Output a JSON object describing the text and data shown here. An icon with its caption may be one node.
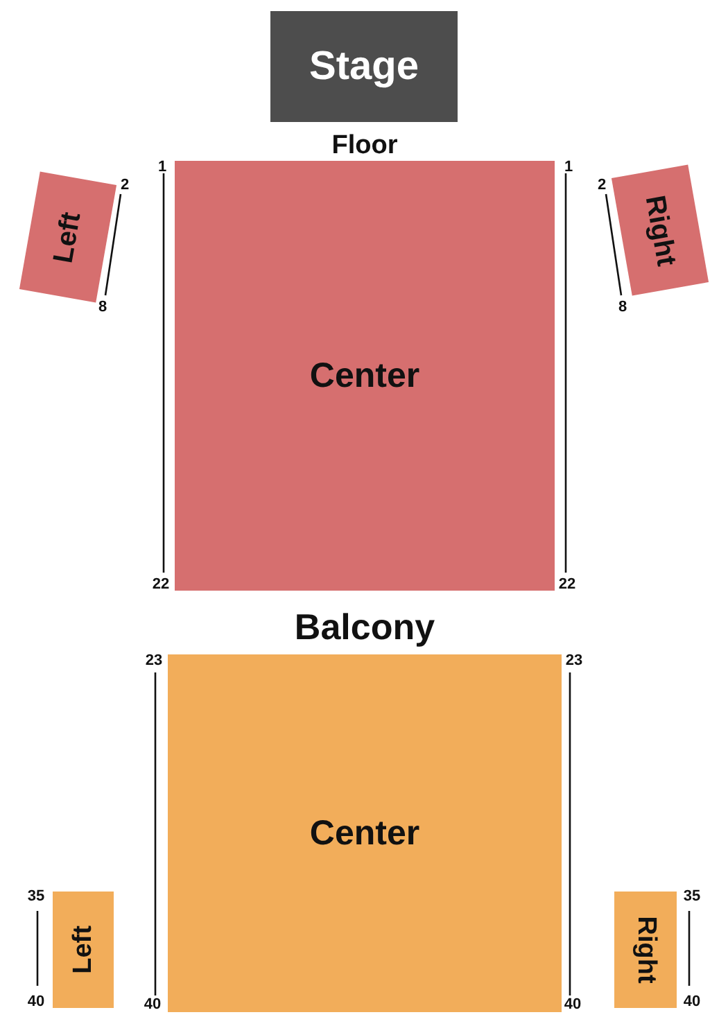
{
  "diagram": {
    "nodes": [
      {
        "text": [
          "Stage"
        ]
      },
      {
        "text": [
          "Left"
        ]
      },
      {
        "text": [
          "Center"
        ]
      },
      {
        "text": [
          "Right"
        ]
      },
      {
        "text": [
          "Center"
        ]
      },
      {
        "text": [
          "Left"
        ]
      },
      {
        "text": [
          "Right"
        ]
      }
    ],
    "labels": [
      "Floor",
      "1",
      "1",
      "2",
      "2",
      "8",
      "8",
      "22",
      "22",
      "Balcony",
      "23",
      "23",
      "35",
      "35",
      "40",
      "40",
      "40",
      "40"
    ]
  }
}
